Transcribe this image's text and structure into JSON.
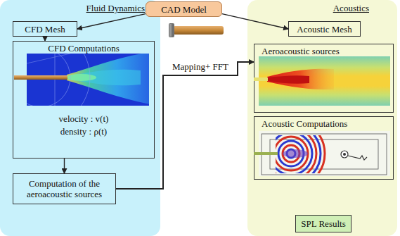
{
  "diagram": {
    "nodes": [
      {
        "text": [
          "Fluid Dynamics"
        ]
      },
      {
        "text": [
          "CFD Mesh"
        ],
        "in": 0
      },
      {
        "text": [
          "CFD Computations",
          "velocity : v(t)",
          "density : ρ(t)"
        ],
        "in": 0
      },
      {
        "text": [
          "Computation of the aeroacoustic sources"
        ],
        "in": 0
      },
      {
        "text": [
          "CAD Model"
        ]
      },
      {
        "text": [
          "Acoustics"
        ]
      },
      {
        "text": [
          "Acoustic Mesh"
        ],
        "in": 5
      },
      {
        "text": [
          "Aeroacoustic sources"
        ],
        "in": 5
      },
      {
        "text": [
          "Acoustic Computations"
        ],
        "in": 5
      },
      {
        "text": [
          "SPL Results"
        ],
        "in": 5
      }
    ],
    "edges": [
      {
        "from": 4,
        "to": 1,
        "arrow": "to"
      },
      {
        "from": 4,
        "to": 6,
        "arrow": "to"
      },
      {
        "from": 1,
        "to": 2,
        "arrow": "to"
      },
      {
        "from": 2,
        "to": 3,
        "arrow": "to"
      },
      {
        "from": 3,
        "to": 7,
        "label": "Mapping+ FFT",
        "arrow": "to"
      }
    ]
  }
}
